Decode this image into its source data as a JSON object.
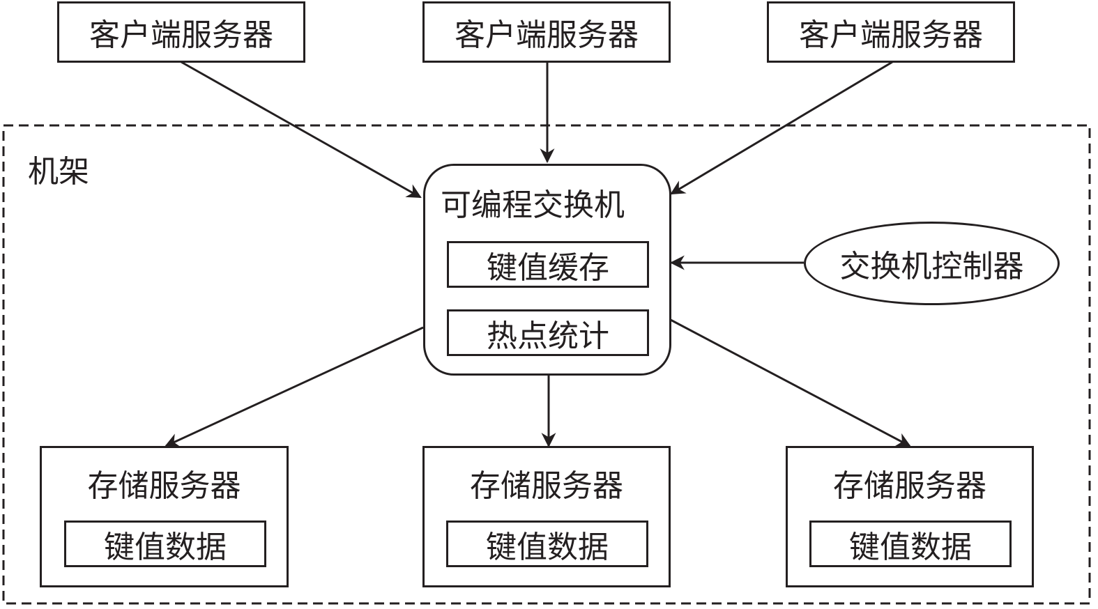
{
  "rack": {
    "label": "机架"
  },
  "clients": [
    {
      "label": "客户端服务器"
    },
    {
      "label": "客户端服务器"
    },
    {
      "label": "客户端服务器"
    }
  ],
  "switch": {
    "title": "可编程交换机",
    "modules": [
      {
        "label": "键值缓存"
      },
      {
        "label": "热点统计"
      }
    ]
  },
  "controller": {
    "label": "交换机控制器"
  },
  "storage": [
    {
      "label": "存储服务器",
      "data_label": "键值数据"
    },
    {
      "label": "存储服务器",
      "data_label": "键值数据"
    },
    {
      "label": "存储服务器",
      "data_label": "键值数据"
    }
  ],
  "edges": [
    {
      "from": "client-1",
      "to": "switch"
    },
    {
      "from": "client-2",
      "to": "switch"
    },
    {
      "from": "client-3",
      "to": "switch"
    },
    {
      "from": "controller",
      "to": "switch"
    },
    {
      "from": "switch",
      "to": "storage-1"
    },
    {
      "from": "switch",
      "to": "storage-2"
    },
    {
      "from": "switch",
      "to": "storage-3"
    }
  ]
}
